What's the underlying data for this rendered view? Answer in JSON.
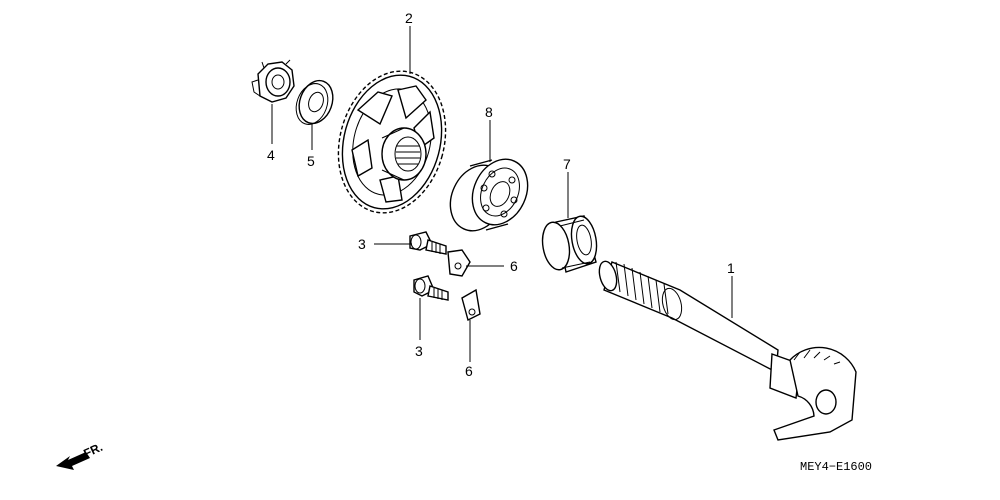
{
  "diagram": {
    "callouts": [
      {
        "id": "c1",
        "text": "1"
      },
      {
        "id": "c2",
        "text": "2"
      },
      {
        "id": "c3a",
        "text": "3"
      },
      {
        "id": "c3b",
        "text": "3"
      },
      {
        "id": "c4",
        "text": "4"
      },
      {
        "id": "c5",
        "text": "5"
      },
      {
        "id": "c6a",
        "text": "6"
      },
      {
        "id": "c6b",
        "text": "6"
      },
      {
        "id": "c7",
        "text": "7"
      },
      {
        "id": "c8",
        "text": "8"
      }
    ],
    "direction_label": "FR.",
    "diagram_code": "MEY4−E1600"
  }
}
